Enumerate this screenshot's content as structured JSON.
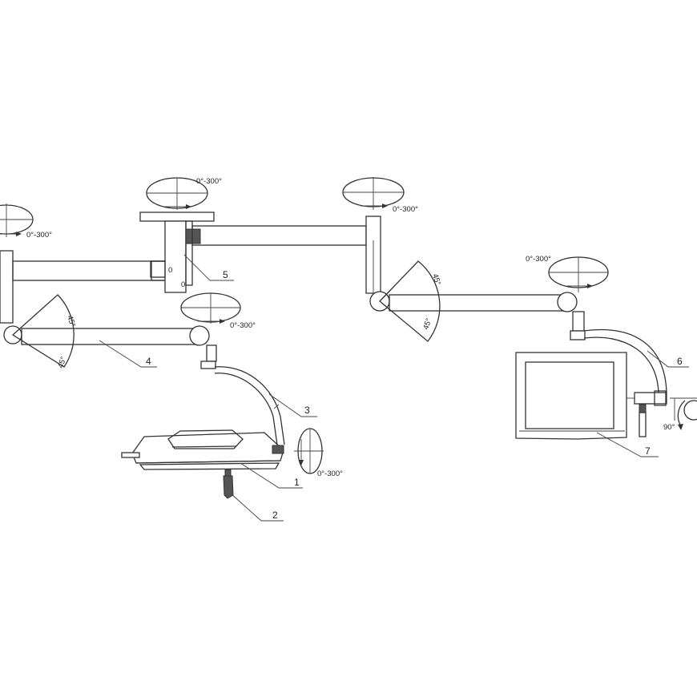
{
  "rotation_labels": {
    "left_top": "0°-300°",
    "center_top": "0°-300°",
    "right_top": "0°-300°",
    "lamp_arm": "0°-300°",
    "lamp_head": "0°-300°",
    "monitor_arm": "0°-300°"
  },
  "tilt_labels": {
    "left_upper": "45°",
    "left_lower": "45°",
    "right_upper": "45°",
    "right_lower": "45°",
    "monitor_tilt": "90°"
  },
  "callouts": {
    "c1": "1",
    "c2": "2",
    "c3": "3",
    "c4": "4",
    "c5": "5",
    "c6": "6",
    "c7": "7"
  },
  "marks": {
    "post_upper": "0",
    "post_lower": "0"
  }
}
